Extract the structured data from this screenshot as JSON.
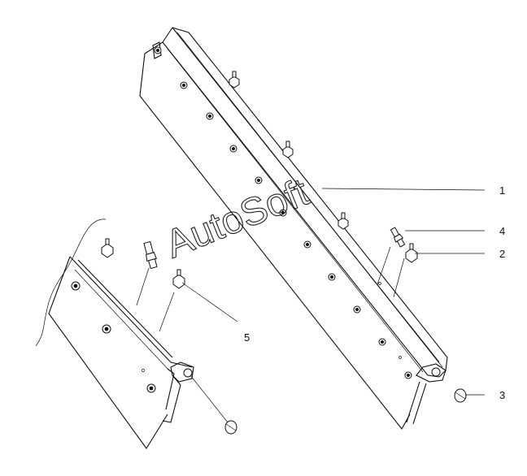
{
  "watermark": "AutoSoft",
  "callouts": {
    "c1": "1",
    "c2": "2",
    "c3": "3",
    "c4": "4",
    "c5": "5"
  },
  "colors": {
    "ink": "#111111",
    "background": "#ffffff"
  }
}
